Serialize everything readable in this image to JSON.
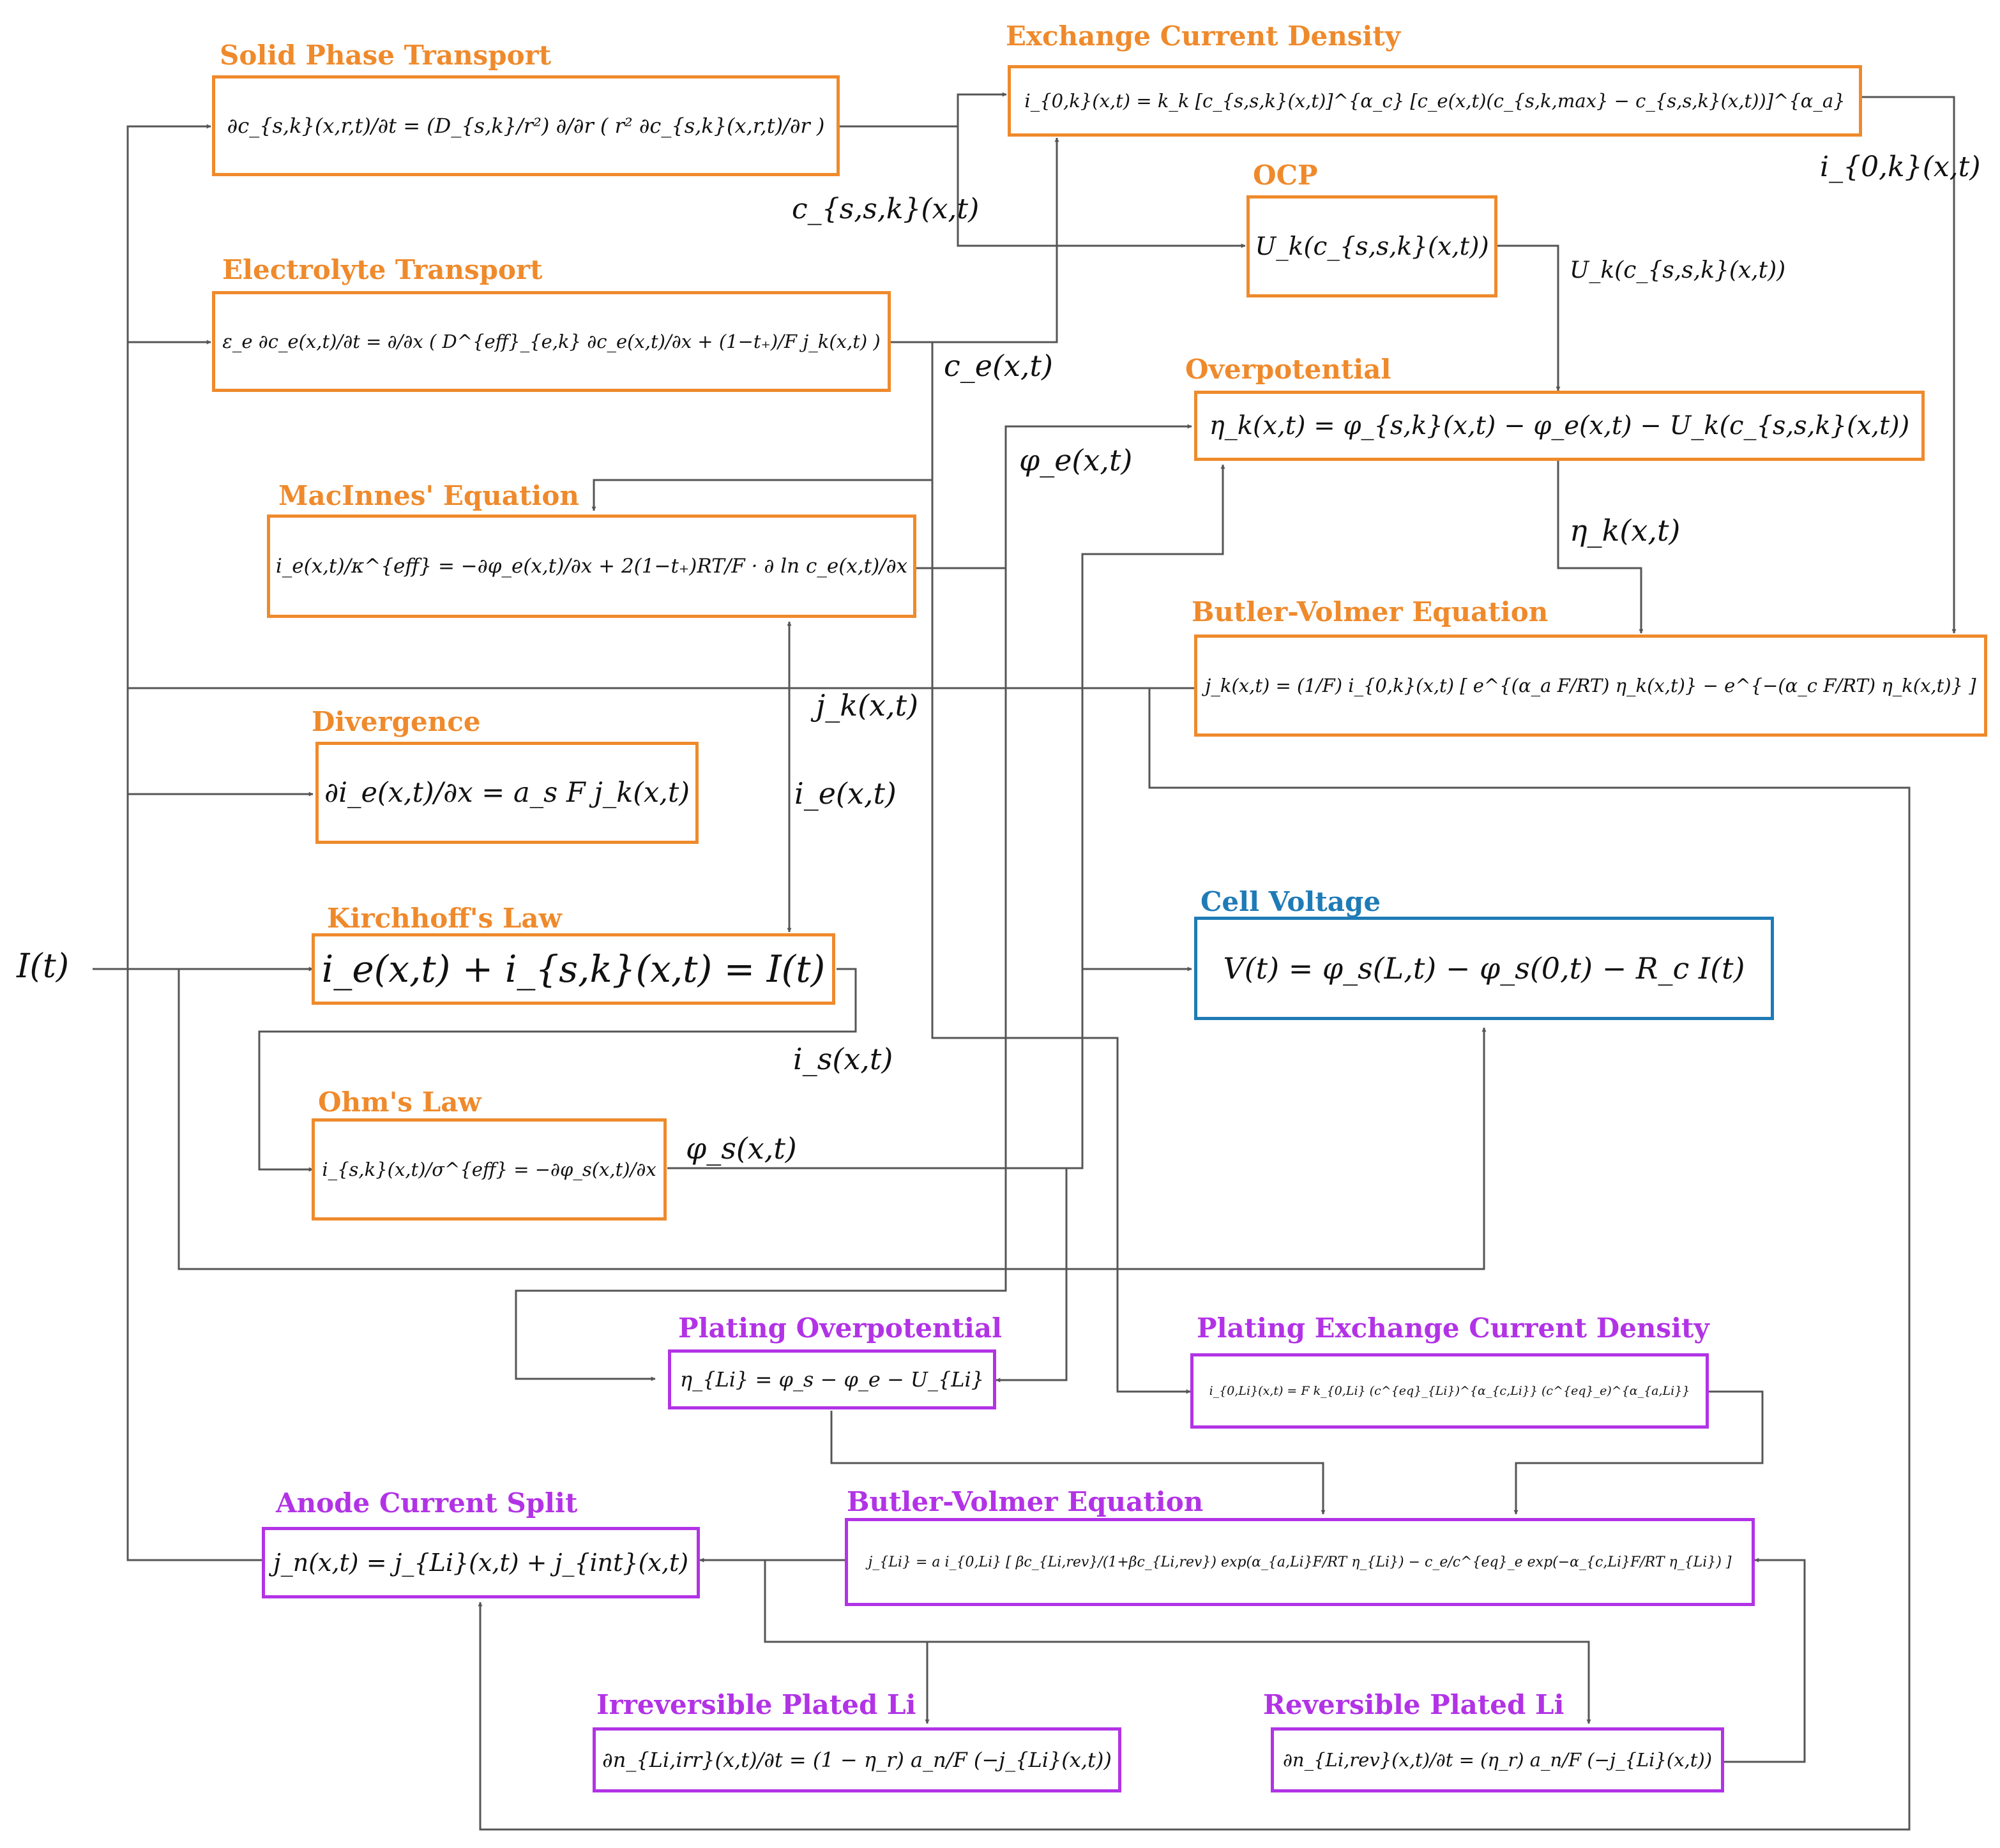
{
  "blocks": {
    "solid_phase": {
      "title": "Solid Phase Transport",
      "equation": "∂c_{s,k}(x,r,t)/∂t = (D_{s,k}/r²) ∂/∂r ( r² ∂c_{s,k}(x,r,t)/∂r )"
    },
    "electrolyte": {
      "title": "Electrolyte Transport",
      "equation": "ε_e ∂c_e(x,t)/∂t = ∂/∂x ( D^{eff}_{e,k} ∂c_e(x,t)/∂x + (1−t₊)/F j_k(x,t) )"
    },
    "macinnes": {
      "title": "MacInnes' Equation",
      "equation": "i_e(x,t)/κ^{eff} = −∂φ_e(x,t)/∂x + 2(1−t₊)RT/F · ∂ ln c_e(x,t)/∂x"
    },
    "divergence": {
      "title": "Divergence",
      "equation": "∂i_e(x,t)/∂x = a_s F j_k(x,t)"
    },
    "kirchhoff": {
      "title": "Kirchhoff's Law",
      "equation": "i_e(x,t) + i_{s,k}(x,t) = I(t)"
    },
    "ohm": {
      "title": "Ohm's Law",
      "equation": "i_{s,k}(x,t)/σ^{eff} = −∂φ_s(x,t)/∂x"
    },
    "exchange": {
      "title": "Exchange Current Density",
      "equation": "i_{0,k}(x,t) = k_k [c_{s,s,k}(x,t)]^{α_c} [c_e(x,t)(c_{s,k,max} − c_{s,s,k}(x,t))]^{α_a}"
    },
    "ocp": {
      "title": "OCP",
      "equation": "U_k(c_{s,s,k}(x,t))"
    },
    "overpotential": {
      "title": "Overpotential",
      "equation": "η_k(x,t) = φ_{s,k}(x,t) − φ_e(x,t) − U_k(c_{s,s,k}(x,t))"
    },
    "butler_volmer": {
      "title": "Butler-Volmer Equation",
      "equation": "j_k(x,t) = (1/F) i_{0,k}(x,t) [ e^{(α_a F/RT) η_k(x,t)} − e^{−(α_c F/RT) η_k(x,t)} ]"
    },
    "cell_voltage": {
      "title": "Cell Voltage",
      "equation": "V(t) = φ_s(L,t) − φ_s(0,t) − R_c I(t)"
    },
    "plating_overpotential": {
      "title": "Plating Overpotential",
      "equation": "η_{Li} = φ_s − φ_e − U_{Li}"
    },
    "plating_exchange": {
      "title": "Plating Exchange Current Density",
      "equation": "i_{0,Li}(x,t) = F k_{0,Li} (c^{eq}_{Li})^{α_{c,Li}} (c^{eq}_e)^{α_{a,Li}}"
    },
    "plating_bv": {
      "title": "Butler-Volmer Equation",
      "equation": "j_{Li} = a i_{0,Li} [ βc_{Li,rev}/(1+βc_{Li,rev}) exp(α_{a,Li}F/RT η_{Li}) − c_e/c^{eq}_e exp(−α_{c,Li}F/RT η_{Li}) ]"
    },
    "anode_split": {
      "title": "Anode Current Split",
      "equation": "j_n(x,t) = j_{Li}(x,t) + j_{int}(x,t)"
    },
    "irreversible": {
      "title": "Irreversible Plated Li",
      "equation": "∂n_{Li,irr}(x,t)/∂t = (1 − η_r) a_n/F (−j_{Li}(x,t))"
    },
    "reversible": {
      "title": "Reversible Plated Li",
      "equation": "∂n_{Li,rev}(x,t)/∂t = (η_r) a_n/F (−j_{Li}(x,t))"
    }
  },
  "signals": {
    "current_in": "I(t)",
    "c_sssk": "c_{s,s,k}(x,t)",
    "i0k": "i_{0,k}(x,t)",
    "uk": "U_k(c_{s,s,k}(x,t))",
    "ce": "c_e(x,t)",
    "phie": "φ_e(x,t)",
    "etak": "η_k(x,t)",
    "jk": "j_k(x,t)",
    "ie": "i_e(x,t)",
    "is": "i_s(x,t)",
    "phis": "φ_s(x,t)"
  },
  "colors": {
    "orange": "#ef8a2c",
    "blue": "#1f7bb6",
    "purple": "#b233e6",
    "wire": "#555555"
  }
}
